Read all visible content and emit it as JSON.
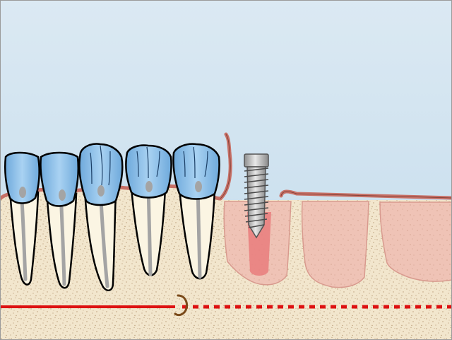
{
  "diagram": {
    "subject": "dental-implant-placement-cross-section",
    "palette": {
      "sky_top": "#dbe9f3",
      "sky_bottom": "#c4dcec",
      "bone": "#f2e6cd",
      "bone_speckle": "#b99b76",
      "gum_line": "#c77066",
      "extraction_socket": "#efc3b6",
      "socket_outline": "#d89a8e",
      "tooth_crown": "#8ec0e8",
      "tooth_root": "#fbf5e3",
      "root_canal": "#a4a4a4",
      "implant_metal": "#bcbcbc",
      "osteotomy": "#e97d7d",
      "nerve_line": "#dd1111",
      "nerve_marker": "#7a4a1a"
    },
    "teeth": [
      {
        "kind": "incisor"
      },
      {
        "kind": "incisor"
      },
      {
        "kind": "canine"
      },
      {
        "kind": "premolar"
      },
      {
        "kind": "premolar"
      }
    ],
    "implant": {
      "kind": "threaded-screw-implant"
    },
    "nerve_canal": {
      "style": "solid-then-dashed"
    }
  }
}
